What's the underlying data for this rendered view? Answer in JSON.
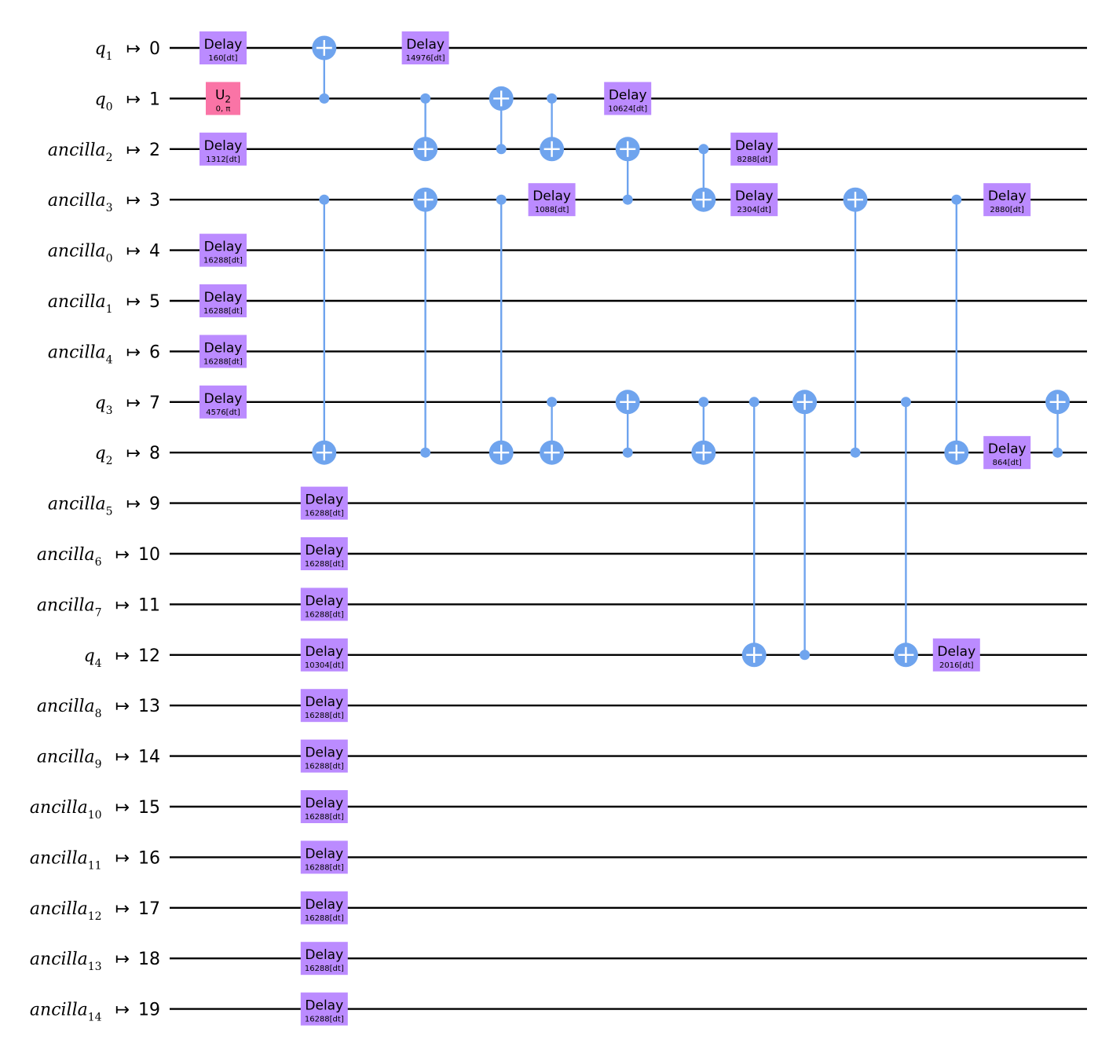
{
  "qubits": [
    {
      "name": "q",
      "sub": "1",
      "index": "0"
    },
    {
      "name": "q",
      "sub": "0",
      "index": "1"
    },
    {
      "name": "ancilla",
      "sub": "2",
      "index": "2"
    },
    {
      "name": "ancilla",
      "sub": "3",
      "index": "3"
    },
    {
      "name": "ancilla",
      "sub": "0",
      "index": "4"
    },
    {
      "name": "ancilla",
      "sub": "1",
      "index": "5"
    },
    {
      "name": "ancilla",
      "sub": "4",
      "index": "6"
    },
    {
      "name": "q",
      "sub": "3",
      "index": "7"
    },
    {
      "name": "q",
      "sub": "2",
      "index": "8"
    },
    {
      "name": "ancilla",
      "sub": "5",
      "index": "9"
    },
    {
      "name": "ancilla",
      "sub": "6",
      "index": "10"
    },
    {
      "name": "ancilla",
      "sub": "7",
      "index": "11"
    },
    {
      "name": "q",
      "sub": "4",
      "index": "12"
    },
    {
      "name": "ancilla",
      "sub": "8",
      "index": "13"
    },
    {
      "name": "ancilla",
      "sub": "9",
      "index": "14"
    },
    {
      "name": "ancilla",
      "sub": "10",
      "index": "15"
    },
    {
      "name": "ancilla",
      "sub": "11",
      "index": "16"
    },
    {
      "name": "ancilla",
      "sub": "12",
      "index": "17"
    },
    {
      "name": "ancilla",
      "sub": "13",
      "index": "18"
    },
    {
      "name": "ancilla",
      "sub": "14",
      "index": "19"
    }
  ],
  "map_arrow": "↦",
  "gates": [
    {
      "type": "delay",
      "col": 0,
      "qubit": 0,
      "label": "Delay",
      "param": "160[dt]"
    },
    {
      "type": "u2",
      "col": 0,
      "qubit": 1,
      "label": "U",
      "label_sub": "2",
      "param": "0, π"
    },
    {
      "type": "delay",
      "col": 0,
      "qubit": 2,
      "label": "Delay",
      "param": "1312[dt]"
    },
    {
      "type": "delay",
      "col": 0,
      "qubit": 4,
      "label": "Delay",
      "param": "16288[dt]"
    },
    {
      "type": "delay",
      "col": 0,
      "qubit": 5,
      "label": "Delay",
      "param": "16288[dt]"
    },
    {
      "type": "delay",
      "col": 0,
      "qubit": 6,
      "label": "Delay",
      "param": "16288[dt]"
    },
    {
      "type": "delay",
      "col": 0,
      "qubit": 7,
      "label": "Delay",
      "param": "4576[dt]"
    },
    {
      "type": "cx",
      "col": 2,
      "control": 1,
      "target": 0
    },
    {
      "type": "cx",
      "col": 2,
      "control": 3,
      "target": 8
    },
    {
      "type": "delay",
      "col": 2,
      "qubit": 9,
      "label": "Delay",
      "param": "16288[dt]"
    },
    {
      "type": "delay",
      "col": 2,
      "qubit": 10,
      "label": "Delay",
      "param": "16288[dt]"
    },
    {
      "type": "delay",
      "col": 2,
      "qubit": 11,
      "label": "Delay",
      "param": "16288[dt]"
    },
    {
      "type": "delay",
      "col": 2,
      "qubit": 12,
      "label": "Delay",
      "param": "10304[dt]"
    },
    {
      "type": "delay",
      "col": 2,
      "qubit": 13,
      "label": "Delay",
      "param": "16288[dt]"
    },
    {
      "type": "delay",
      "col": 2,
      "qubit": 14,
      "label": "Delay",
      "param": "16288[dt]"
    },
    {
      "type": "delay",
      "col": 2,
      "qubit": 15,
      "label": "Delay",
      "param": "16288[dt]"
    },
    {
      "type": "delay",
      "col": 2,
      "qubit": 16,
      "label": "Delay",
      "param": "16288[dt]"
    },
    {
      "type": "delay",
      "col": 2,
      "qubit": 17,
      "label": "Delay",
      "param": "16288[dt]"
    },
    {
      "type": "delay",
      "col": 2,
      "qubit": 18,
      "label": "Delay",
      "param": "16288[dt]"
    },
    {
      "type": "delay",
      "col": 2,
      "qubit": 19,
      "label": "Delay",
      "param": "16288[dt]"
    },
    {
      "type": "delay",
      "col": 4,
      "qubit": 0,
      "label": "Delay",
      "param": "14976[dt]"
    },
    {
      "type": "cx",
      "col": 4,
      "control": 1,
      "target": 2
    },
    {
      "type": "cx",
      "col": 4,
      "control": 8,
      "target": 3
    },
    {
      "type": "cx",
      "col": 5.5,
      "control": 2,
      "target": 1
    },
    {
      "type": "cx",
      "col": 5.5,
      "control": 3,
      "target": 8
    },
    {
      "type": "cx",
      "col": 6.5,
      "control": 1,
      "target": 2
    },
    {
      "type": "delay",
      "col": 6.5,
      "qubit": 3,
      "label": "Delay",
      "param": "1088[dt]"
    },
    {
      "type": "cx",
      "col": 6.5,
      "control": 7,
      "target": 8
    },
    {
      "type": "delay",
      "col": 8,
      "qubit": 1,
      "label": "Delay",
      "param": "10624[dt]"
    },
    {
      "type": "cx",
      "col": 8,
      "control": 3,
      "target": 2
    },
    {
      "type": "cx",
      "col": 8,
      "control": 8,
      "target": 7
    },
    {
      "type": "cx",
      "col": 9.5,
      "control": 2,
      "target": 3
    },
    {
      "type": "cx",
      "col": 9.5,
      "control": 7,
      "target": 8
    },
    {
      "type": "delay",
      "col": 10.5,
      "qubit": 2,
      "label": "Delay",
      "param": "8288[dt]"
    },
    {
      "type": "delay",
      "col": 10.5,
      "qubit": 3,
      "label": "Delay",
      "param": "2304[dt]"
    },
    {
      "type": "cx",
      "col": 10.5,
      "control": 7,
      "target": 12
    },
    {
      "type": "cx",
      "col": 11.5,
      "control": 12,
      "target": 7
    },
    {
      "type": "cx",
      "col": 12.5,
      "control": 8,
      "target": 3
    },
    {
      "type": "cx",
      "col": 13.5,
      "control": 7,
      "target": 12
    },
    {
      "type": "cx",
      "col": 14.5,
      "control": 3,
      "target": 8
    },
    {
      "type": "delay",
      "col": 14.5,
      "qubit": 12,
      "label": "Delay",
      "param": "2016[dt]"
    },
    {
      "type": "delay",
      "col": 15.5,
      "qubit": 3,
      "label": "Delay",
      "param": "2880[dt]"
    },
    {
      "type": "delay",
      "col": 15.5,
      "qubit": 8,
      "label": "Delay",
      "param": "864[dt]"
    },
    {
      "type": "cx",
      "col": 16.5,
      "control": 8,
      "target": 7
    }
  ],
  "colors": {
    "wire": "#000000",
    "connector": "#6fa4ee",
    "delay_fill": "#bb8bff",
    "u2_fill": "#fa74a6",
    "plus": "#ffffff"
  }
}
